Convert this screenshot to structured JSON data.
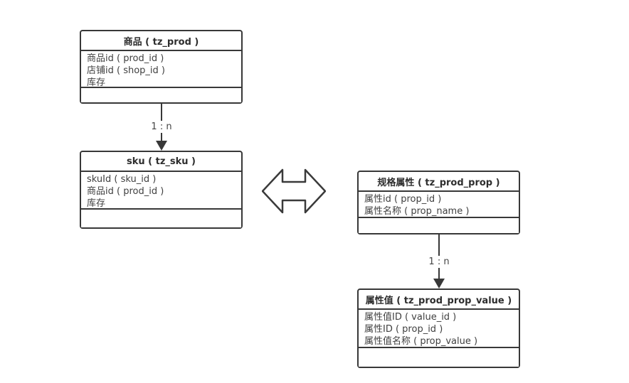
{
  "diagram": {
    "background": "#ffffff",
    "border_color": "#383838",
    "text_color": "#404040"
  },
  "tables": [
    {
      "name": "prod",
      "title": "商品 ( tz_prod )",
      "fields": [
        "商品id ( prod_id )",
        "店铺id ( shop_id )",
        "库存"
      ]
    },
    {
      "name": "sku",
      "title": "sku ( tz_sku )",
      "fields": [
        "skuId ( sku_id )",
        "商品id ( prod_id )",
        "库存"
      ]
    },
    {
      "name": "prod_prop",
      "title": "规格属性 ( tz_prod_prop )",
      "fields": [
        "属性id ( prop_id )",
        "属性名称 ( prop_name )"
      ]
    },
    {
      "name": "prod_prop_value",
      "title": "属性值 ( tz_prod_prop_value )",
      "fields": [
        "属性值ID ( value_id )",
        "属性ID ( prop_id )",
        "属性值名称 ( prop_value )"
      ]
    }
  ],
  "relations": [
    {
      "from": "prod",
      "to": "sku",
      "label": "1 : n"
    },
    {
      "from": "prod_prop",
      "to": "prod_prop_value",
      "label": "1 : n"
    }
  ],
  "icons": {
    "double_arrow": "left-right-double-arrow"
  }
}
